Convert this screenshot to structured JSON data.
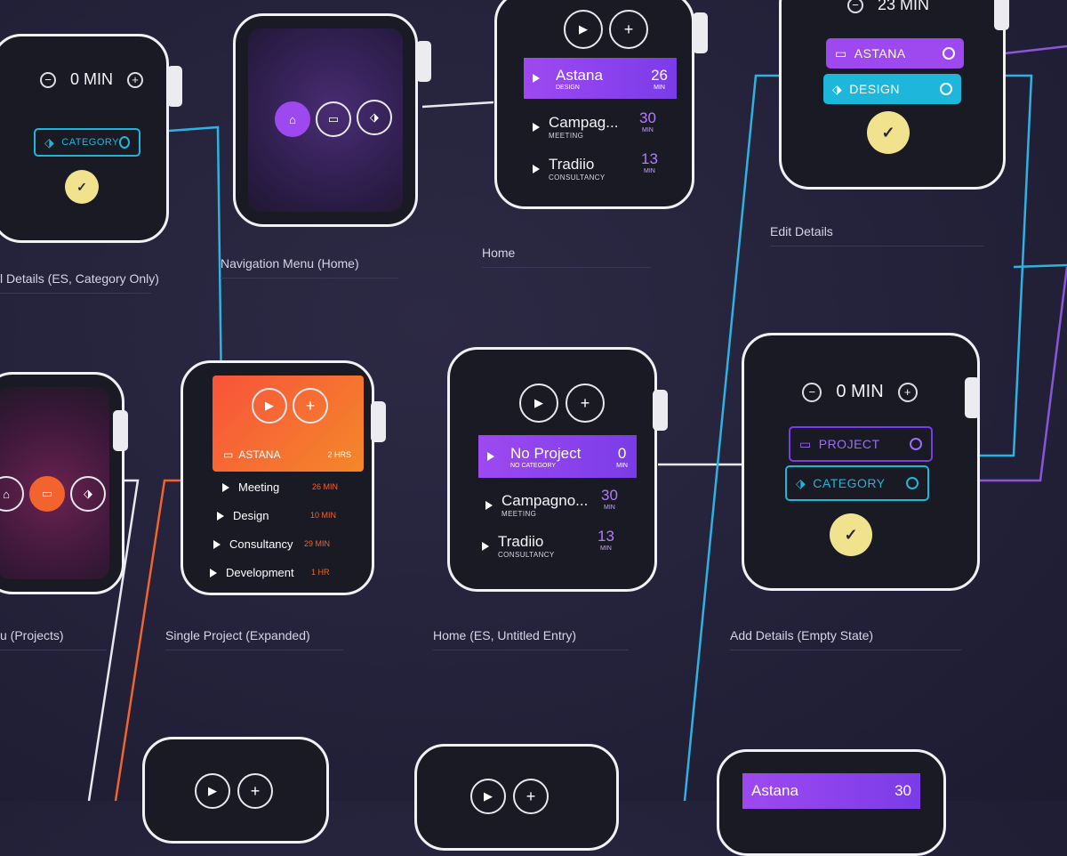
{
  "labels": {
    "w1": "l Details (ES, Category Only)",
    "w2": "Navigation Menu (Home)",
    "w3": "Home",
    "w4": "Edit Details",
    "w5": "u (Projects)",
    "w6": "Single Project (Expanded)",
    "w7": "Home (ES, Untitled Entry)",
    "w8": "Add Details (Empty State)"
  },
  "timer_top": {
    "minus": "−",
    "value": "0 MIN",
    "plus": "+"
  },
  "category_chip": "CATEGORY",
  "edit_details": {
    "timer": "23 MIN",
    "project_chip": "ASTANA",
    "category_chip": "DESIGN"
  },
  "home": {
    "active": {
      "name": "Astana",
      "sub": "DESIGN",
      "num": "26",
      "unit": "MIN"
    },
    "entries": [
      {
        "name": "Campag...",
        "sub": "MEETING",
        "num": "30",
        "unit": "MIN"
      },
      {
        "name": "Tradiio",
        "sub": "CONSULTANCY",
        "num": "13",
        "unit": "MIN"
      }
    ]
  },
  "single_project": {
    "name": "ASTANA",
    "hrs": "2 HRS",
    "rows": [
      {
        "name": "Meeting",
        "time": "26 MIN"
      },
      {
        "name": "Design",
        "time": "10 MIN"
      },
      {
        "name": "Consultancy",
        "time": "29 MIN"
      },
      {
        "name": "Development",
        "time": "1 HR"
      }
    ]
  },
  "home_es": {
    "active": {
      "name": "No Project",
      "sub": "NO CATEGORY",
      "num": "0",
      "unit": "MIN"
    },
    "entries": [
      {
        "name": "Campagno...",
        "sub": "MEETING",
        "num": "30",
        "unit": "MIN"
      },
      {
        "name": "Tradiio",
        "sub": "CONSULTANCY",
        "num": "13",
        "unit": "MIN"
      }
    ]
  },
  "add_details": {
    "timer": "0 MIN",
    "project_chip": "PROJECT",
    "category_chip": "CATEGORY"
  },
  "bottom_preview": {
    "name": "Astana",
    "num": "30"
  },
  "icons": {
    "play": "▶",
    "plus": "+",
    "check": "✓",
    "home": "⌂",
    "folder": "▭",
    "tag": "⬗"
  },
  "colors": {
    "accent_purple": "#9e49f0",
    "accent_cyan": "#1fb6dc",
    "accent_orange": "#f2632e",
    "check_yellow": "#f1e38d"
  }
}
